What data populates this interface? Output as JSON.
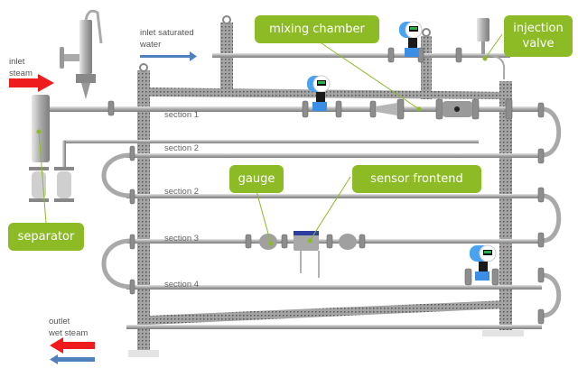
{
  "title": "Wet steam test rig",
  "flow_labels": {
    "inlet_steam": "inlet\nsteam",
    "inlet_water": "inlet saturated\nwater",
    "outlet": "outlet\nwet steam"
  },
  "callouts": {
    "mixing_chamber": "mixing chamber",
    "injection_valve": "injection\nvalve",
    "gauge": "gauge",
    "sensor_frontend": "sensor frontend",
    "separator": "separator"
  },
  "sections": [
    "section 1",
    "section 2",
    "section 2",
    "section 3",
    "section 4"
  ],
  "colors": {
    "callout_green": "#8cbb26",
    "steam_arrow_red": "#ee1c1c",
    "water_arrow_blue": "#4f81bd",
    "pipe_steel": "#b8b8b8",
    "frame_steel": "#9a9a9a",
    "transmitter_blue": "#3a8ee6"
  },
  "icons": {
    "inlet_steam_arrow": "arrow-right-icon",
    "inlet_water_arrow": "arrow-right-icon",
    "outlet_steam_arrow": "arrow-left-icon",
    "outlet_water_arrow": "arrow-left-icon",
    "flowmeter": "flowmeter-transmitter-icon"
  }
}
